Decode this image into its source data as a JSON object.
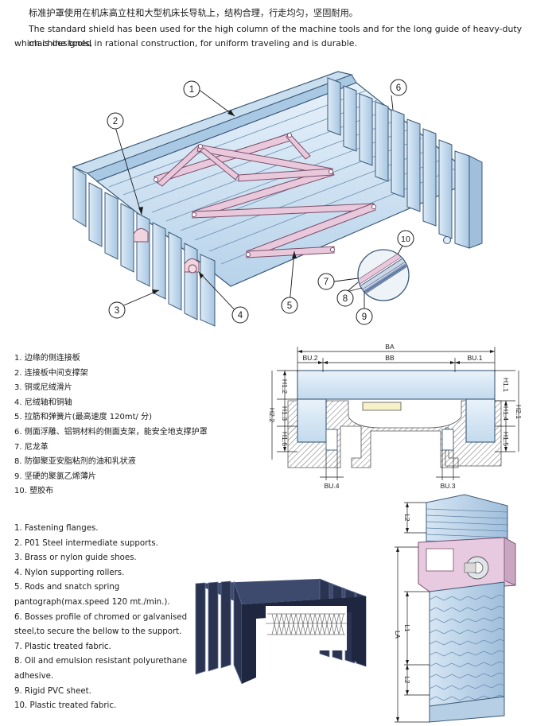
{
  "intro": {
    "zh": "标准护罩使用在机床高立柱和大型机床长导轨上，结构合理，行走均匀，坚固耐用。",
    "en_line1": "The standard shield has been used for the high column of the machine tools and for the long guide of heavy-duty machine tools,",
    "en_line2": "which is designed in rational construction, for uniform traveling and is durable."
  },
  "callouts": [
    "1",
    "2",
    "3",
    "4",
    "5",
    "6",
    "7",
    "8",
    "9",
    "10"
  ],
  "dimensions": {
    "BA": "BA",
    "BB": "BB",
    "BU1": "BU.1",
    "BU2": "BU.2",
    "BU3": "BU.3",
    "BU4": "BU.4",
    "H1_1": "H1.1",
    "H1_2": "H1.2",
    "H1_3": "H1.3",
    "H1_4": "H1.4",
    "H1_5": "H1.5",
    "H1_6": "H1.6",
    "H2_1": "H2.1",
    "H2_2": "H2.2",
    "L1": "L1",
    "L2": "L2",
    "LA": "LA"
  },
  "list_zh": [
    "1. 边缘的侧连接板",
    "2. 连接板中间支撑架",
    "3. 铜或尼绒滑片",
    "4. 尼绒轴和铜轴",
    "5. 拉筋和弹簧片(最高速度 120mt/ 分)",
    "6. 侧面浮雕、铝铜材料的侧面支架，能安全地支撑护罩",
    "7. 尼龙革",
    "8. 防御聚亚安脂粘剂的油和乳状液",
    "9. 坚硬的聚氯乙烯薄片",
    "10. 塑胶布"
  ],
  "list_en": [
    "1. Fastening flanges.",
    "2. P01 Steel intermediate supports.",
    "3. Brass or nylon guide shoes.",
    "4. Nylon supporting rollers.",
    "5. Rods and snatch spring",
    "pantograph(max.speed 120 mt./min.).",
    "6. Bosses profile of chromed or galvanised",
    "steel,to secure the bellow to the support.",
    "7. Plastic treated fabric.",
    "8. Oil and emulsion resistant polyurethane",
    "adhesive.",
    "9. Rigid PVC sheet.",
    "10. Plastic treated fabric."
  ],
  "colors": {
    "bellow_fill": "#c9dff0",
    "bellow_stroke": "#3c5a78",
    "pantograph": "#e9c8dc",
    "hatch": "#6b6b6b",
    "photo_dark": "#2a3350"
  }
}
